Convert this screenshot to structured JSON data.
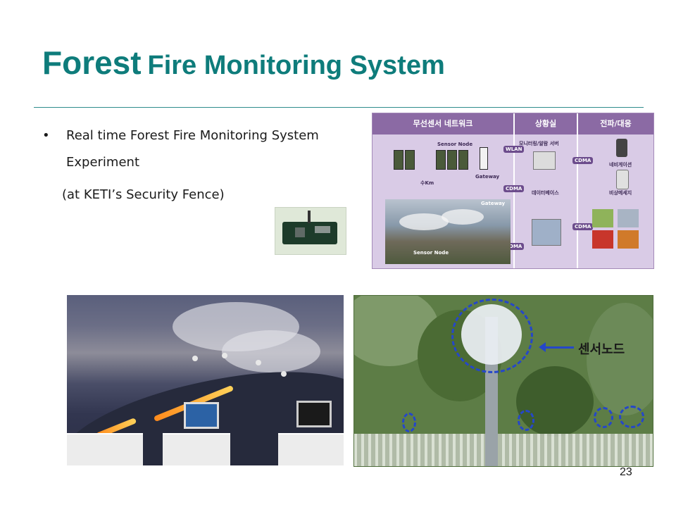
{
  "slide": {
    "title_part1": "Forest",
    "title_part2": "Fire Monitoring System",
    "bullet": "Real time Forest Fire Monitoring System Experiment",
    "sub_bullet": "(at KETI’s Security Fence)",
    "page_number": "23"
  },
  "diagram": {
    "header_wsn": "무선센서 네트워크",
    "header_control": "상황실",
    "header_spread": "전파/대응",
    "sensor_node": "Sensor Node",
    "gateway": "Gateway",
    "wlan": "WLAN",
    "cdma": "CDMA",
    "distance": "수Km",
    "monitoring_server": "모니터링/알람 서버",
    "database": "데이터베이스",
    "navigation": "네비게이션",
    "emergency_msg": "비상메세지",
    "scene_gateway": "Gateway",
    "scene_sensor_node": "Sensor Node"
  },
  "photo2": {
    "label": "센서노드"
  },
  "colors": {
    "title": "#0e7c7b",
    "rule": "#2f8d8c",
    "diagram_header": "#8b6aa4",
    "annotation_circle": "#2547c9"
  }
}
